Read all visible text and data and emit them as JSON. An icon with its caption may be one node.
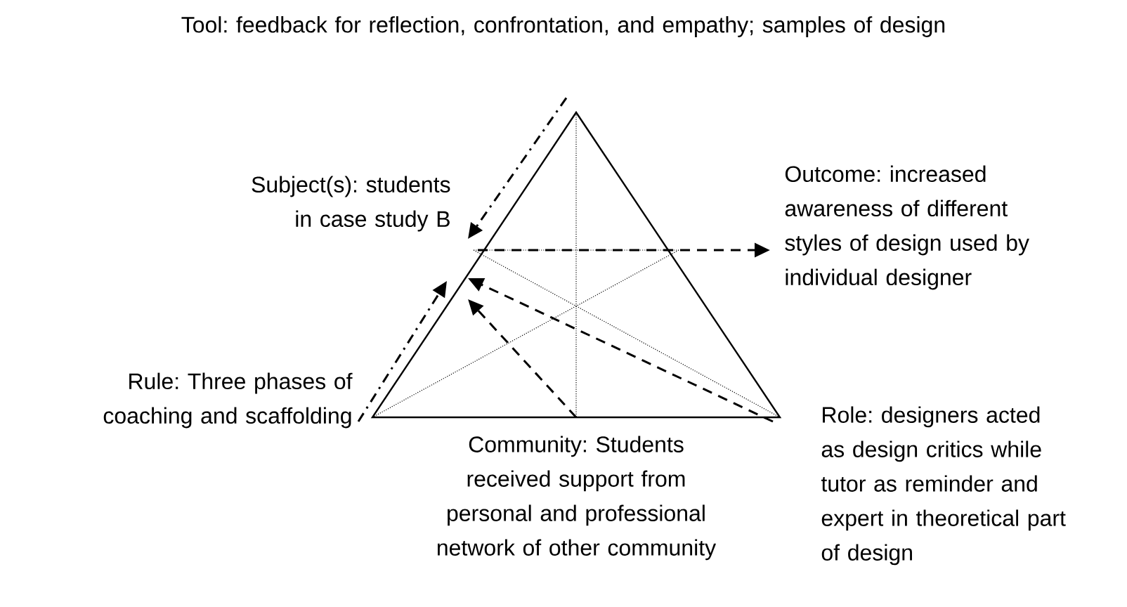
{
  "diagram": {
    "nodes": [
      {
        "text": [
          "Tool: feedback for reflection, confrontation, and empathy; samples of design"
        ]
      },
      {
        "text": [
          "Subject(s): students in case study B"
        ]
      },
      {
        "text": [
          "Outcome: increased awareness of different styles of design used by individual designer"
        ]
      },
      {
        "text": [
          "Rule: Three phases of coaching and scaffolding"
        ]
      },
      {
        "text": [
          "Community: Students received support from personal and professional network of other community"
        ]
      },
      {
        "text": [
          "Role: designers acted as design critics while tutor as reminder and expert in theoretical part of design"
        ]
      }
    ],
    "edges": [
      {
        "from": 0,
        "to": 1,
        "arrow": "to"
      },
      {
        "from": 3,
        "to": 1,
        "arrow": "to"
      },
      {
        "from": 1,
        "to": 2,
        "arrow": "to",
        "style": "dashed"
      },
      {
        "from": 4,
        "to": 1,
        "arrow": "to",
        "style": "dashed"
      },
      {
        "from": 5,
        "to": 1,
        "arrow": "to",
        "style": "dashed"
      }
    ]
  }
}
